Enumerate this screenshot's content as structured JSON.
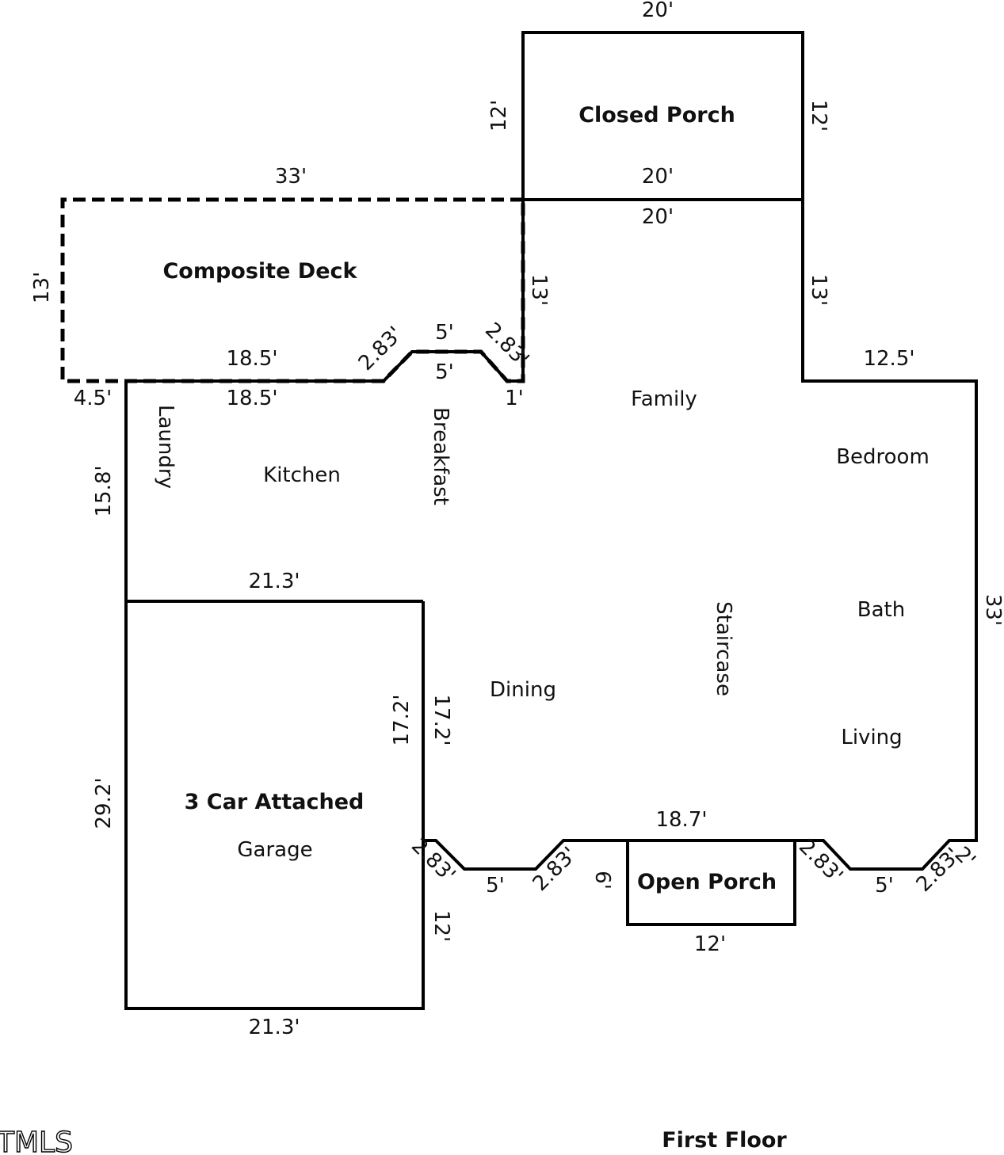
{
  "title": "First Floor",
  "logo": "TMLS",
  "areas": {
    "closed_porch": "Closed Porch",
    "composite_deck": "Composite Deck",
    "family": "Family",
    "bedroom": "Bedroom",
    "laundry": "Laundry",
    "kitchen": "Kitchen",
    "breakfast": "Breakfast",
    "staircase": "Staircase",
    "bath": "Bath",
    "dining": "Dining",
    "living": "Living",
    "garage_line1": "3 Car Attached",
    "garage_line2": "Garage",
    "open_porch": "Open Porch"
  },
  "dimensions": {
    "porch_top": "20'",
    "porch_left": "12'",
    "porch_right": "12'",
    "porch_bottom_above": "20'",
    "porch_bottom_below": "20'",
    "deck_top": "33'",
    "deck_left": "13'",
    "deck_right": "13'",
    "family_right": "13'",
    "bedroom_top": "12.5'",
    "deck_bottom_left": "18.5'",
    "kitchen_top": "18.5'",
    "bay_top_angle_left": "2.83'",
    "bay_top_above": "5'",
    "bay_top_below": "5'",
    "bay_top_angle_right": "2.83'",
    "bay_top_step": "1'",
    "left_step": "4.5'",
    "laundry_left": "15.8'",
    "garage_top": "21.3'",
    "east_side": "33'",
    "garage_right_outer": "17.2'",
    "garage_right_inner": "17.2'",
    "garage_left": "29.2'",
    "front_top": "18.7'",
    "bay_left_angle_a": "2.83'",
    "bay_left_mid": "5'",
    "bay_left_angle_b": "2.83'",
    "open_porch_side": "6'",
    "open_porch_bottom": "12'",
    "bay_right_angle_a": "2.83'",
    "bay_right_mid": "5'",
    "bay_right_angle_b": "2.83'",
    "bay_right_small": "2'",
    "garage_right_lower": "12'",
    "garage_bottom": "21.3'"
  }
}
